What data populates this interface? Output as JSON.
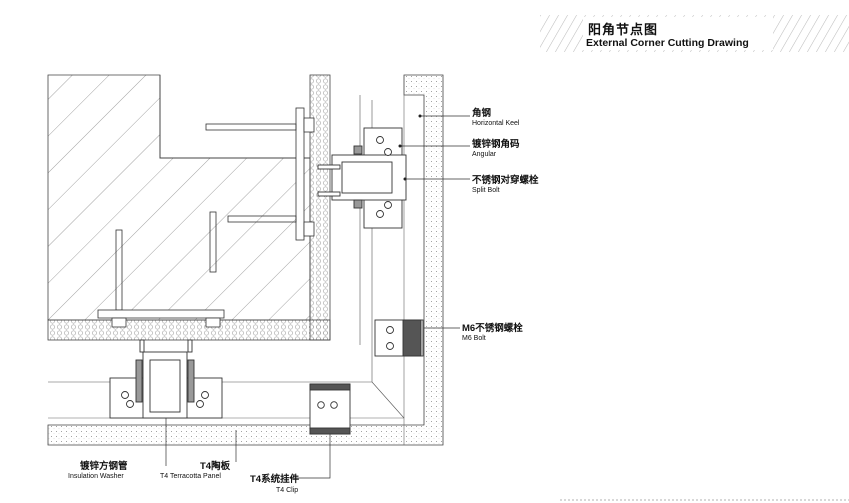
{
  "title": {
    "cn": "阳角节点图",
    "en": "External Corner Cutting Drawing"
  },
  "labels": {
    "horizontal_keel": {
      "cn": "角钢",
      "en": "Horizontal Keel"
    },
    "angular": {
      "cn": "镀锌钢角码",
      "en": "Angular"
    },
    "split_bolt": {
      "cn": "不锈钢对穿螺栓",
      "en": "Split Bolt"
    },
    "m6_bolt": {
      "cn": "M6不锈钢螺栓",
      "en": "M6 Bolt"
    },
    "insulation_washer": {
      "cn": "镀锌方钢管",
      "en": "Insulation Washer"
    },
    "terracotta_panel": {
      "cn": "T4陶板",
      "en": "T4 Terracotta Panel"
    },
    "t4_clip": {
      "cn": "T4系统挂件",
      "en": "T4 Clip"
    }
  }
}
